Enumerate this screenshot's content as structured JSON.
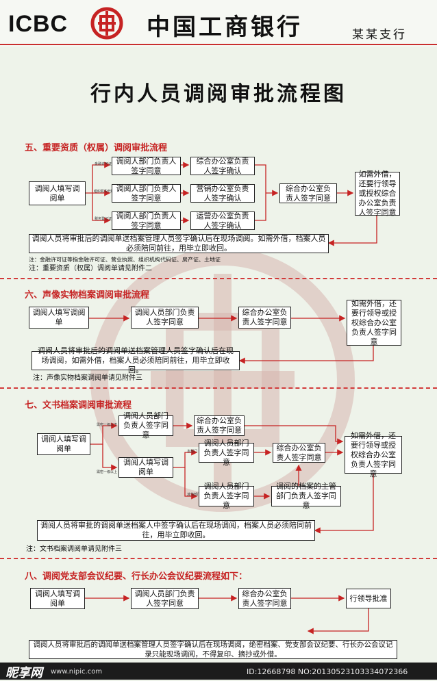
{
  "header": {
    "brand_en": "ICBC",
    "brand_cn": "中国工商银行",
    "branch": "某某支行"
  },
  "title": "行内人员调阅审批流程图",
  "colors": {
    "accent": "#c62323",
    "background": "#eef3ea"
  },
  "section5": {
    "title": "五、重要资质（权属）调阅审批流程",
    "start": "调阅人填写调阅单",
    "branch_labels": [
      "金融许可证",
      "组织机构代码证",
      "税务登记证"
    ],
    "dept": [
      "调阅人部门负责人签字同意",
      "调阅人部门负责人签字同意",
      "调阅人部门负责人签字同意"
    ],
    "confirm": [
      "综合办公室负责人签字确认",
      "营销办公室负责人签字确认",
      "运营办公室负责人签字确认"
    ],
    "office": "综合办公室负责人签字同意",
    "borrow": "如需外借，还要行领导或授权综合办公室负责人签字同意",
    "final": "调阅人员将审批后的调阅单送档案管理人员签字确认后在现场调阅。如需外借，档案人员必须陪同前往，用毕立即收回。",
    "note1": "注：金融许可证等指金融许可证、营业执照、组织机构代码证、房产证、土地证",
    "note2": "注：重要资质（权属）调阅单请见附件二"
  },
  "section6": {
    "title": "六、声像实物档案调阅审批流程",
    "start": "调阅人填写调阅单",
    "dept": "调阅人员部门负责人签字同意",
    "office": "综合办公室负责人签字同意",
    "borrow": "如需外借，还要行领导或授权综合办公室负责人签字同意",
    "final": "调阅人员将审批后的调阅单送档案管理人员签字确认后在现场调阅，如需外借，档案人员必须陪同前往，用毕立即收回。",
    "note": "注：声像实物档案调阅单请见附件三"
  },
  "section7": {
    "title": "七、文书档案调阅审批流程",
    "start": "调阅人填写调阅单",
    "branch_labels": [
      "需密一级以下",
      "需密一级以上",
      "本部门",
      "其他部门"
    ],
    "dept_top": "调阅人员部门负责人签字同意",
    "office_top": "综合办公室负责人签字同意",
    "second": "调阅人填写调阅单",
    "dept_mid": "调阅人员部门负责人签字同意",
    "office_mid": "综合办公室负责人签字同意",
    "dept_low": "调阅人员部门负责人签字同意",
    "owner": "调阅的档案的主管部门负责人签字同意",
    "borrow": "如需外借，还要行领导或授权综合办公室负责人签字同意",
    "final": "调阅人员将审批的调阅单送档案人中签字确认后在现场调阅，档案人员必须陪同前往，用毕立即收回。",
    "note": "注：文书档案调阅单请见附件三"
  },
  "section8": {
    "title": "八、调阅党支部会议纪要、行长办公会议纪要流程如下：",
    "start": "调阅人填写调阅单",
    "dept": "调阅人员部门负责人签字同意",
    "office": "综合办公室负责人签字同意",
    "leader": "行领导批准",
    "final": "调阅人员将审批后的调阅单送档案管理人员签字确认后在现场调阅，绝密档案、党支部会议纪要、行长办公会议记录只能现场调阅，不得复印、摘抄或外借。"
  },
  "footer": {
    "site": "昵享网",
    "url": "www.nipic.com",
    "id": "ID:12668798 NO:20130523103334072366"
  }
}
